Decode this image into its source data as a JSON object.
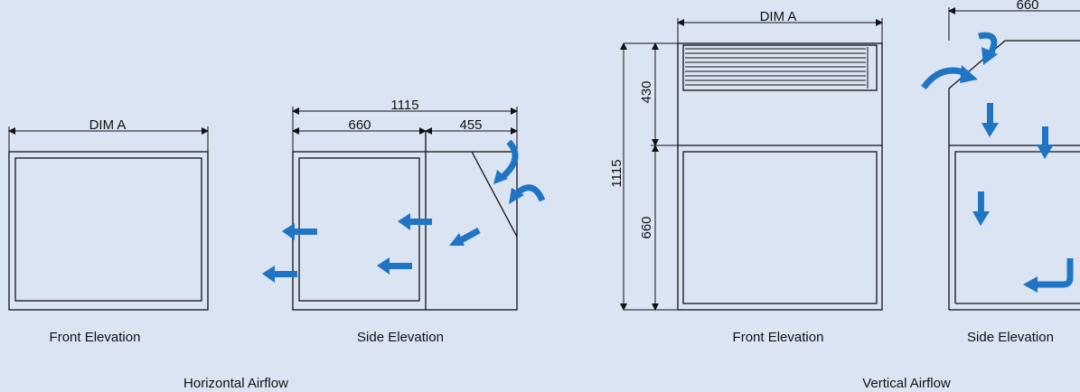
{
  "dims": {
    "dim_a": "DIM A",
    "d1115": "1115",
    "d660": "660",
    "d455": "455",
    "d430": "430"
  },
  "captions": {
    "front_elevation": "Front Elevation",
    "side_elevation": "Side Elevation",
    "horizontal_airflow": "Horizontal Airflow",
    "vertical_airflow": "Vertical Airflow"
  },
  "colors": {
    "background": "#dbe4f2",
    "arrow": "#1f74c4",
    "line": "#111111"
  }
}
